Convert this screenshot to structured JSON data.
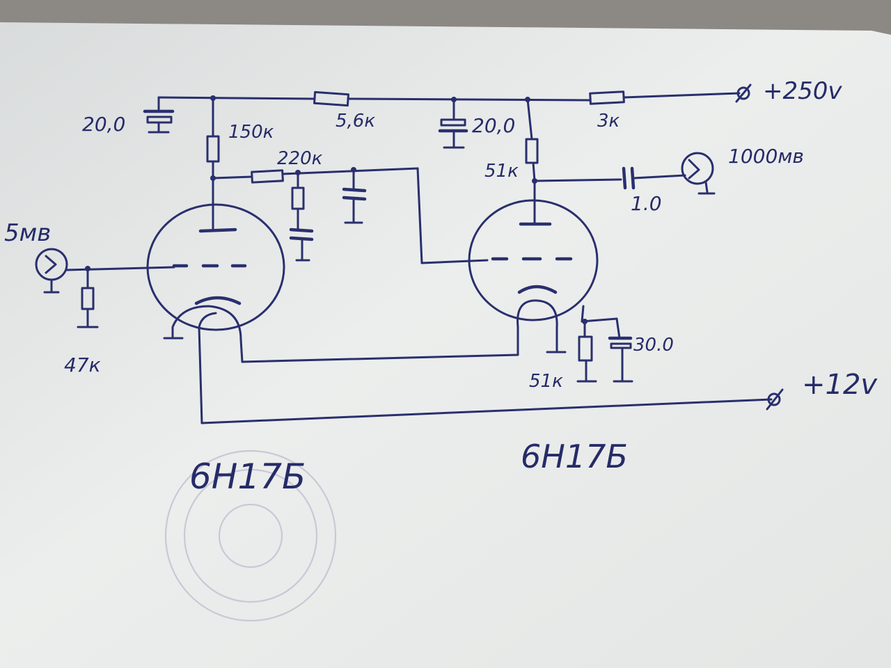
{
  "labels": {
    "supply_high": "+250v",
    "supply_low": "+12v",
    "input_level": "5мв",
    "output_level": "1000мв",
    "c_first_decoupling": "20,0",
    "r_plate_first": "150к",
    "r_decoupling": "5,6к",
    "c_second_decoupling": "20,0",
    "r_supply": "3к",
    "r_coupling": "220к",
    "r_plate_second": "51к",
    "c_output": "1.0",
    "r_grid": "47к",
    "r_cathode": "51к",
    "c_cathode": "30.0",
    "tube_first": "6Н17Б",
    "tube_second": "6Н17Б"
  },
  "colors": {
    "ink": "#2a2f6e",
    "paper": "#e9ebea",
    "stamp": "#a9adc3"
  }
}
